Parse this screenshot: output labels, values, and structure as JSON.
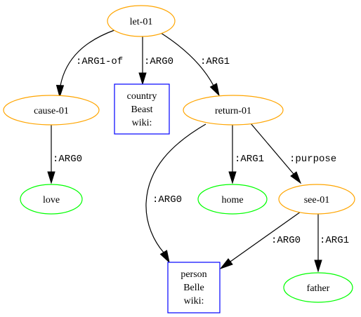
{
  "graph": {
    "nodes": {
      "let01": {
        "lines": [
          "let-01"
        ],
        "shape": "ellipse",
        "color": "#FFA500"
      },
      "cause01": {
        "lines": [
          "cause-01"
        ],
        "shape": "ellipse",
        "color": "#FFA500"
      },
      "country": {
        "lines": [
          "country",
          "Beast",
          "wiki:"
        ],
        "shape": "box",
        "color": "#0000FF"
      },
      "return01": {
        "lines": [
          "return-01"
        ],
        "shape": "ellipse",
        "color": "#FFA500"
      },
      "love": {
        "lines": [
          "love"
        ],
        "shape": "ellipse",
        "color": "#00FF00"
      },
      "home": {
        "lines": [
          "home"
        ],
        "shape": "ellipse",
        "color": "#00FF00"
      },
      "see01": {
        "lines": [
          "see-01"
        ],
        "shape": "ellipse",
        "color": "#FFA500"
      },
      "person": {
        "lines": [
          "person",
          "Belle",
          "wiki:"
        ],
        "shape": "box",
        "color": "#0000FF"
      },
      "father": {
        "lines": [
          "father"
        ],
        "shape": "ellipse",
        "color": "#00FF00"
      }
    },
    "edges": {
      "let_cause": {
        "label": ":ARG1-of",
        "from": "let-01",
        "to": "cause-01"
      },
      "let_country": {
        "label": ":ARG0",
        "from": "let-01",
        "to": "country"
      },
      "let_return": {
        "label": ":ARG1",
        "from": "let-01",
        "to": "return-01"
      },
      "cause_love": {
        "label": ":ARG0",
        "from": "cause-01",
        "to": "love"
      },
      "return_person": {
        "label": ":ARG0",
        "from": "return-01",
        "to": "person"
      },
      "return_home": {
        "label": ":ARG1",
        "from": "return-01",
        "to": "home"
      },
      "return_see": {
        "label": ":purpose",
        "from": "return-01",
        "to": "see-01"
      },
      "see_person": {
        "label": ":ARG0",
        "from": "see-01",
        "to": "person"
      },
      "see_father": {
        "label": ":ARG1",
        "from": "see-01",
        "to": "father"
      }
    }
  }
}
